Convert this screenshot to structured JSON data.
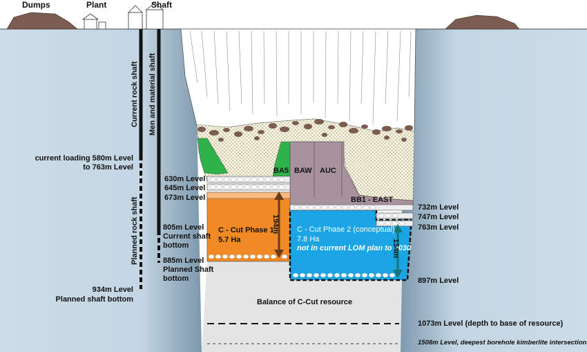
{
  "surface": {
    "dumps": "Dumps",
    "plant": "Plant",
    "shaft": "Shaft"
  },
  "shafts": {
    "current_rock": "Current rock shaft",
    "men_material": "Men and material shaft",
    "planned_rock": "Planned rock shaft"
  },
  "left_levels": {
    "loading_1": "current loading 580m Level",
    "loading_2": "to 763m Level",
    "planned_bottom_1": "934m Level",
    "planned_bottom_2": "Planned shaft bottom"
  },
  "mid_levels": {
    "l630": "630m Level",
    "l645": "645m Level",
    "l673": "673m Level",
    "l805_1": "805m Level",
    "l805_2": "Current shaft",
    "l805_3": "bottom",
    "l885_1": "885m Level",
    "l885_2": "Planned Shaft",
    "l885_3": "bottom"
  },
  "right_levels": {
    "l732": "732m Level",
    "l747": "747m Level",
    "l763": "763m Level",
    "l897": "897m Level",
    "l1073": "1073m Level (depth to base of resource)",
    "l1508": "1508m Level, deepest borehole kimberlite intersection"
  },
  "blocks": {
    "ba5": "BA5",
    "baw": "BAW",
    "auc": "AUC",
    "bb1": "BB1 - EAST",
    "phase1_title": "C - Cut Phase 1",
    "phase1_area": "5.7 Ha",
    "phase1_height": "194m",
    "phase2_title": "C - Cut Phase 2 (conceptual)",
    "phase2_area": "7.8 Ha",
    "phase2_note": "not in current LOM plan to 2030",
    "phase2_height": "134m",
    "balance": "Balance of C-Cut resource"
  },
  "colors": {
    "country_rock": "#c9dbe6",
    "waste": "#fffbe6",
    "green": "#2db34a",
    "mauve": "#a8929d",
    "orange": "#f18a24",
    "blue": "#1ba5e4",
    "resource": "#e4e4e4",
    "arrow_brown": "#6b3a18",
    "arrow_teal": "#16757a"
  }
}
